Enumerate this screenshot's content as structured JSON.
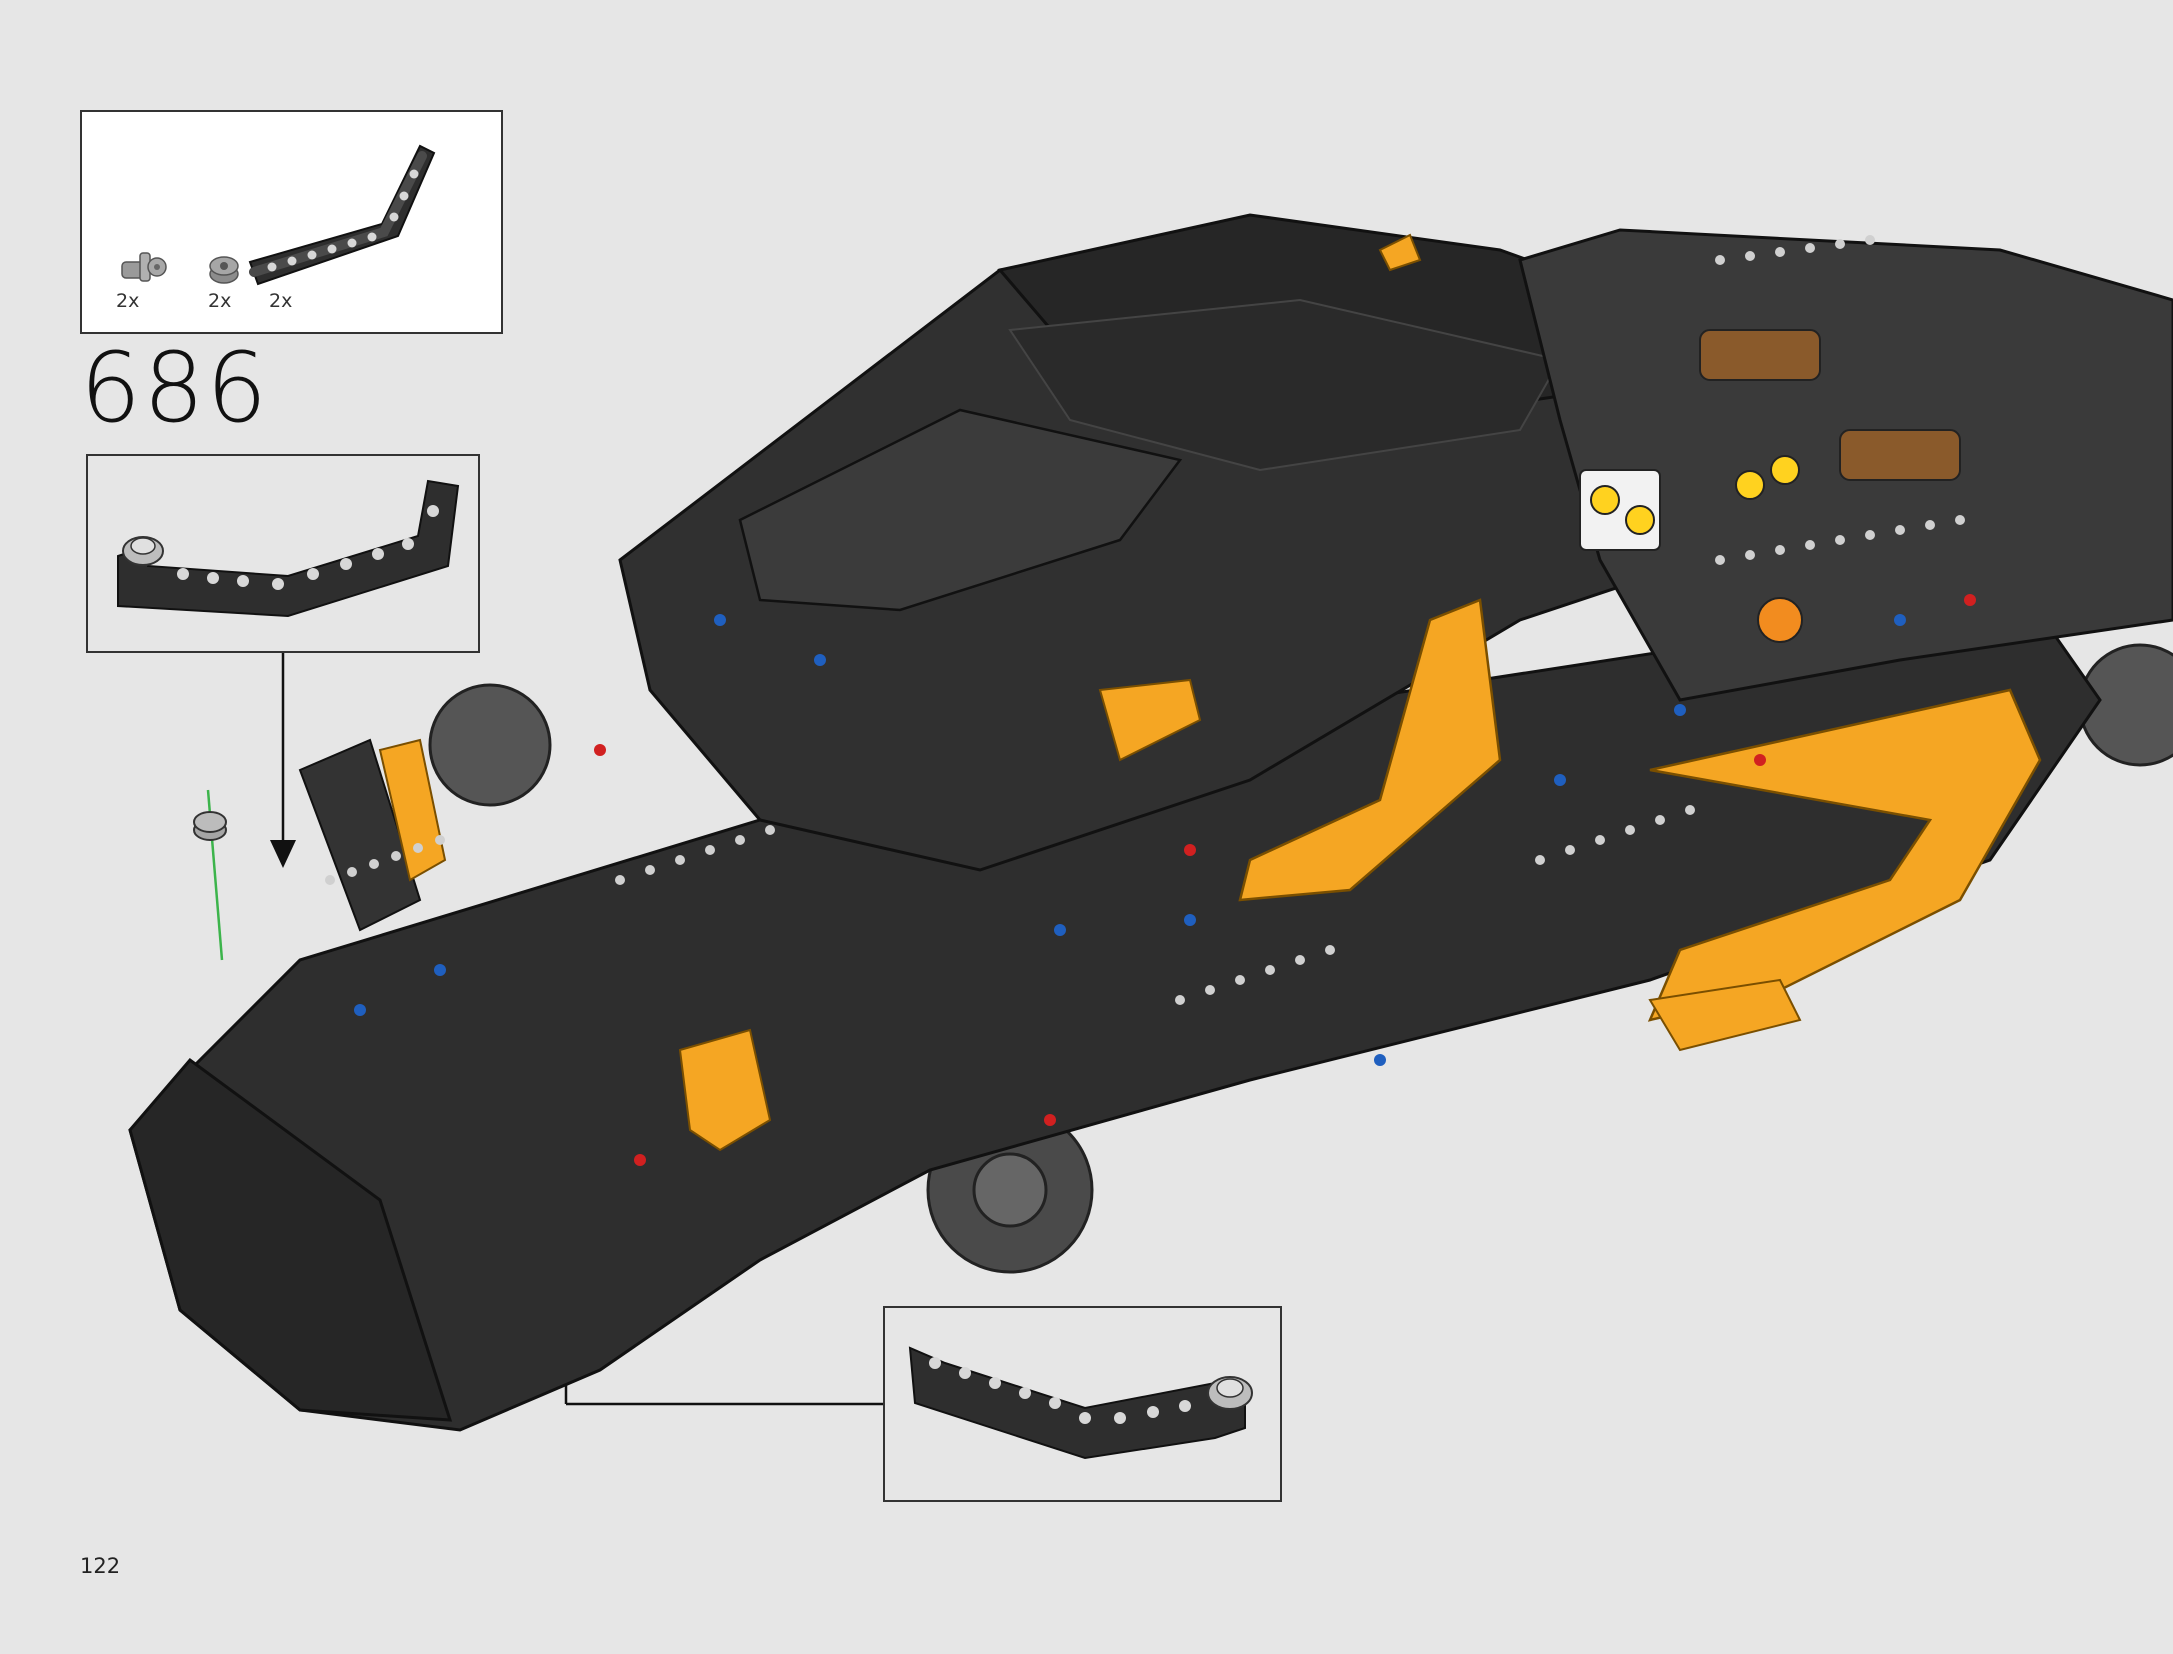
{
  "step": {
    "number": "686"
  },
  "parts_list": {
    "items": [
      {
        "name": "axle-pin-connector",
        "color": "#9a9a9a",
        "qty": "2x"
      },
      {
        "name": "bush",
        "color": "#9a9a9a",
        "qty": "2x"
      },
      {
        "name": "bent-liftarm",
        "color": "#2e2e2e",
        "qty": "2x"
      }
    ]
  },
  "page": {
    "number": "122"
  },
  "colors": {
    "background": "#e6e6e6",
    "body_black": "#2e2e2e",
    "accent_orange": "#f5a623",
    "highlight_green": "#3cb44b"
  }
}
